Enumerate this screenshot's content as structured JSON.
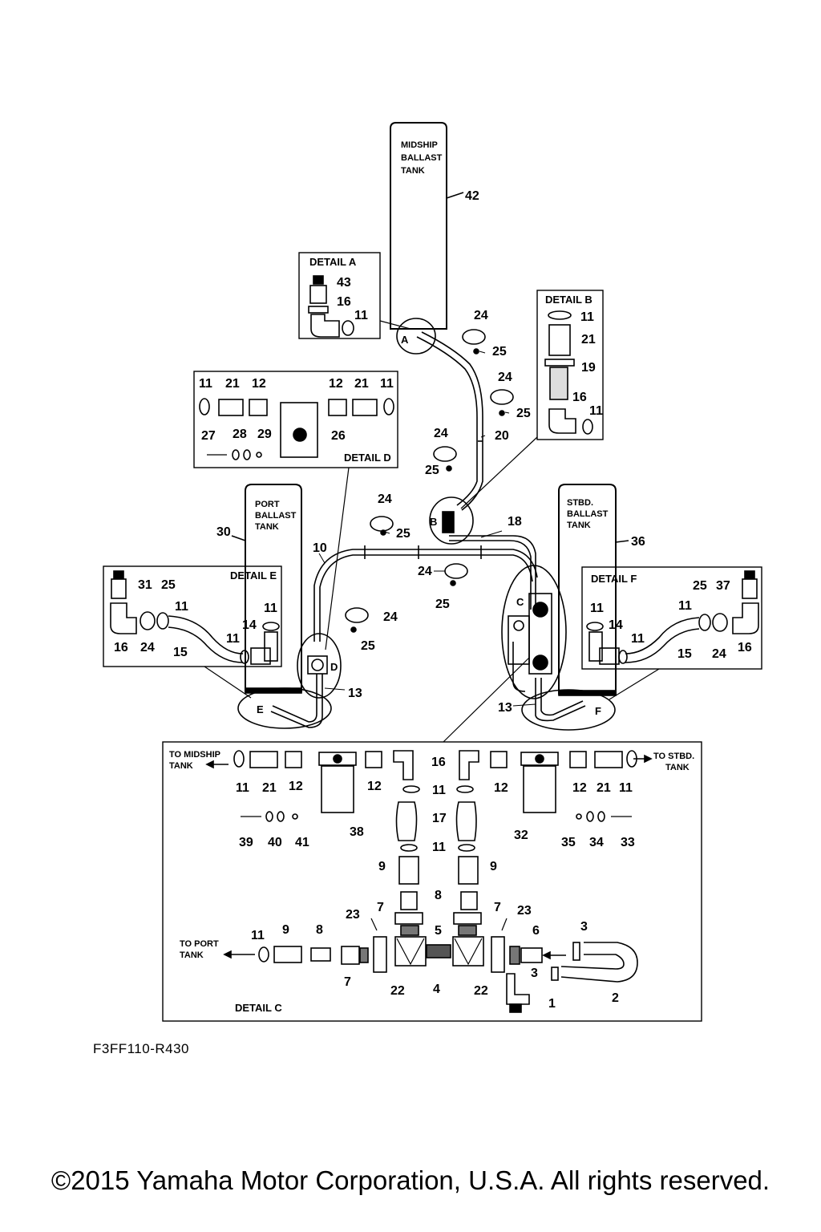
{
  "tanks": {
    "midship": [
      "MIDSHIP",
      "BALLAST",
      "TANK"
    ],
    "port": [
      "PORT",
      "BALLAST",
      "TANK"
    ],
    "stbd": [
      "STBD.",
      "BALLAST",
      "TANK"
    ]
  },
  "details": {
    "a": "DETAIL A",
    "b": "DETAIL B",
    "c": "DETAIL C",
    "d": "DETAIL D",
    "e": "DETAIL E",
    "f": "DETAIL F"
  },
  "markers": {
    "a": "A",
    "b": "B",
    "c": "C",
    "d": "D",
    "e": "E",
    "f": "F"
  },
  "directions": {
    "to_midship": [
      "TO MIDSHIP",
      "TANK"
    ],
    "to_stbd": [
      "TO STBD.",
      "TANK"
    ],
    "to_port": [
      "TO PORT",
      "TANK"
    ]
  },
  "callouts": {
    "main": [
      {
        "id": "42",
        "t": "42"
      },
      {
        "id": "24a",
        "t": "24"
      },
      {
        "id": "25a",
        "t": "25"
      },
      {
        "id": "24b",
        "t": "24"
      },
      {
        "id": "25b",
        "t": "25"
      },
      {
        "id": "20",
        "t": "20"
      },
      {
        "id": "24c",
        "t": "24"
      },
      {
        "id": "25c",
        "t": "25"
      },
      {
        "id": "24d",
        "t": "24"
      },
      {
        "id": "25d",
        "t": "25"
      },
      {
        "id": "18",
        "t": "18"
      },
      {
        "id": "10",
        "t": "10"
      },
      {
        "id": "30",
        "t": "30"
      },
      {
        "id": "36",
        "t": "36"
      },
      {
        "id": "24e",
        "t": "24"
      },
      {
        "id": "25e",
        "t": "25"
      },
      {
        "id": "24f",
        "t": "24"
      },
      {
        "id": "25f",
        "t": "25"
      },
      {
        "id": "13a",
        "t": "13"
      },
      {
        "id": "13b",
        "t": "13"
      }
    ],
    "detail_a": [
      {
        "id": "43",
        "t": "43"
      },
      {
        "id": "16",
        "t": "16"
      },
      {
        "id": "11",
        "t": "11"
      }
    ],
    "detail_b": [
      {
        "id": "11a",
        "t": "11"
      },
      {
        "id": "21",
        "t": "21"
      },
      {
        "id": "19",
        "t": "19"
      },
      {
        "id": "16",
        "t": "16"
      },
      {
        "id": "11b",
        "t": "11"
      }
    ],
    "detail_d": [
      {
        "id": "11a",
        "t": "11"
      },
      {
        "id": "21a",
        "t": "21"
      },
      {
        "id": "12a",
        "t": "12"
      },
      {
        "id": "12b",
        "t": "12"
      },
      {
        "id": "21b",
        "t": "21"
      },
      {
        "id": "11b",
        "t": "11"
      },
      {
        "id": "27",
        "t": "27"
      },
      {
        "id": "28",
        "t": "28"
      },
      {
        "id": "29",
        "t": "29"
      },
      {
        "id": "26",
        "t": "26"
      }
    ],
    "detail_e": [
      {
        "id": "31",
        "t": "31"
      },
      {
        "id": "25",
        "t": "25"
      },
      {
        "id": "11a",
        "t": "11"
      },
      {
        "id": "11b",
        "t": "11"
      },
      {
        "id": "14",
        "t": "14"
      },
      {
        "id": "11c",
        "t": "11"
      },
      {
        "id": "16",
        "t": "16"
      },
      {
        "id": "24",
        "t": "24"
      },
      {
        "id": "15",
        "t": "15"
      }
    ],
    "detail_f": [
      {
        "id": "25",
        "t": "25"
      },
      {
        "id": "37",
        "t": "37"
      },
      {
        "id": "11a",
        "t": "11"
      },
      {
        "id": "11b",
        "t": "11"
      },
      {
        "id": "14",
        "t": "14"
      },
      {
        "id": "11c",
        "t": "11"
      },
      {
        "id": "15",
        "t": "15"
      },
      {
        "id": "24",
        "t": "24"
      },
      {
        "id": "16",
        "t": "16"
      }
    ],
    "detail_c": [
      {
        "id": "11a",
        "t": "11"
      },
      {
        "id": "21a",
        "t": "21"
      },
      {
        "id": "12a",
        "t": "12"
      },
      {
        "id": "12b",
        "t": "12"
      },
      {
        "id": "16",
        "t": "16"
      },
      {
        "id": "12c",
        "t": "12"
      },
      {
        "id": "12d",
        "t": "12"
      },
      {
        "id": "21b",
        "t": "21"
      },
      {
        "id": "11b",
        "t": "11"
      },
      {
        "id": "11c",
        "t": "11"
      },
      {
        "id": "17",
        "t": "17"
      },
      {
        "id": "11d",
        "t": "11"
      },
      {
        "id": "39",
        "t": "39"
      },
      {
        "id": "40",
        "t": "40"
      },
      {
        "id": "41",
        "t": "41"
      },
      {
        "id": "38",
        "t": "38"
      },
      {
        "id": "32",
        "t": "32"
      },
      {
        "id": "35",
        "t": "35"
      },
      {
        "id": "34",
        "t": "34"
      },
      {
        "id": "33",
        "t": "33"
      },
      {
        "id": "9a",
        "t": "9"
      },
      {
        "id": "9b",
        "t": "9"
      },
      {
        "id": "8a",
        "t": "8"
      },
      {
        "id": "7a",
        "t": "7"
      },
      {
        "id": "7b",
        "t": "7"
      },
      {
        "id": "23a",
        "t": "23"
      },
      {
        "id": "23b",
        "t": "23"
      },
      {
        "id": "5",
        "t": "5"
      },
      {
        "id": "6",
        "t": "6"
      },
      {
        "id": "3a",
        "t": "3"
      },
      {
        "id": "11e",
        "t": "11"
      },
      {
        "id": "9c",
        "t": "9"
      },
      {
        "id": "8b",
        "t": "8"
      },
      {
        "id": "7c",
        "t": "7"
      },
      {
        "id": "22a",
        "t": "22"
      },
      {
        "id": "4",
        "t": "4"
      },
      {
        "id": "22b",
        "t": "22"
      },
      {
        "id": "3b",
        "t": "3"
      },
      {
        "id": "1",
        "t": "1"
      },
      {
        "id": "2",
        "t": "2"
      }
    ]
  },
  "reference_code": "F3FF110-R430",
  "copyright": "©2015 Yamaha Motor Corporation, U.S.A. All rights reserved."
}
